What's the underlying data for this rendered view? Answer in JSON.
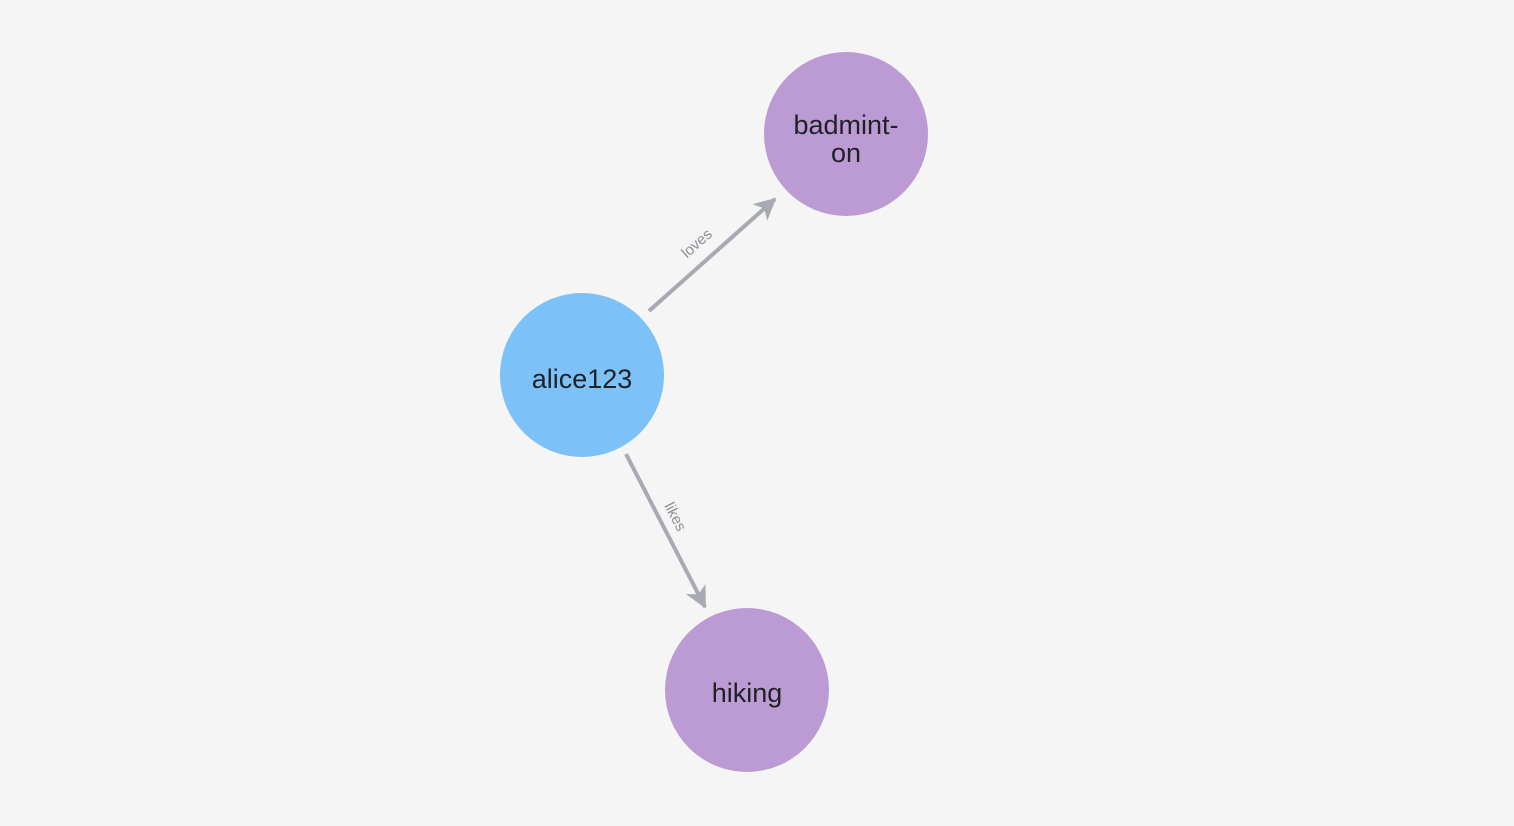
{
  "background_color": "#f4f5f4",
  "graph": {
    "edge_color": "#a7aab1",
    "edge_label_color": "#8d9096",
    "node_label_color": "#1f2125",
    "nodes": [
      {
        "label": "alice123",
        "color": "#7cc1f8"
      },
      {
        "label": "badminton",
        "label_lines": [
          "badmint-",
          "on"
        ],
        "color": "#bc9ad4"
      },
      {
        "label": "hiking",
        "color": "#bc9ad4"
      }
    ],
    "edges": [
      {
        "label": "loves",
        "from": "alice123",
        "to": "badminton"
      },
      {
        "label": "likes",
        "from": "alice123",
        "to": "hiking"
      }
    ]
  }
}
